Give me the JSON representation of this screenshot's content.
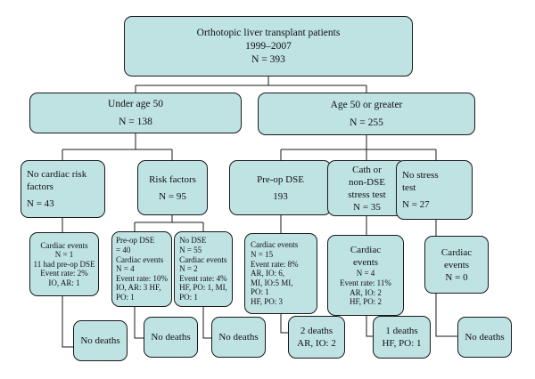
{
  "diagram": {
    "root": {
      "lines": [
        "Orthotopic liver transplant patients",
        "1999–2007",
        "N = 393"
      ]
    },
    "under50": {
      "lines": [
        "Under age 50",
        "N = 138"
      ]
    },
    "over50": {
      "lines": [
        "Age 50 or greater",
        "N = 255"
      ]
    },
    "no_risk": {
      "lines": [
        "No cardiac risk",
        "factors",
        "N = 43"
      ]
    },
    "risk": {
      "lines": [
        "Risk factors",
        "N = 95"
      ]
    },
    "preop_dse": {
      "lines": [
        "Pre-op DSE",
        "193"
      ]
    },
    "cath": {
      "lines": [
        "Cath or",
        "non-DSE",
        "stress test",
        "N = 35"
      ]
    },
    "no_stress": {
      "lines": [
        "No stress",
        "test",
        "N = 27"
      ]
    },
    "events_no_risk": {
      "lines": [
        "Cardiac events",
        "N = 1",
        "11 had pre-op DSE",
        "Event rate: 2%",
        "IO, AR: 1"
      ]
    },
    "events_risk_dse": {
      "lines": [
        "Pre-op DSE",
        "= 40",
        "Cardiac events",
        "N = 4",
        "Event rate: 10%",
        "IO, AR: 3 HF,",
        "PO: 1"
      ]
    },
    "events_risk_nodse": {
      "lines": [
        "No DSE",
        "N = 55",
        "Cardiac events",
        "N = 2",
        "Event rate: 4%",
        "HF, PO: 1, MI,",
        "PO: 1"
      ]
    },
    "events_preop": {
      "lines": [
        "Cardiac events",
        "N = 15",
        "Event rate: 8%",
        "AR, IO: 6,",
        "MI, IO:5 MI,",
        "PO: 1",
        "HF, PO: 3"
      ]
    },
    "events_cath": {
      "lines": [
        "Cardiac",
        "events",
        "N = 4",
        "Event rate: 11%",
        "AR, IO: 2",
        "HF, PO: 2"
      ]
    },
    "events_nostress": {
      "lines": [
        "Cardiac",
        "events",
        "N = 0"
      ]
    },
    "deaths_1": {
      "lines": [
        "No deaths"
      ]
    },
    "deaths_2": {
      "lines": [
        "No deaths"
      ]
    },
    "deaths_3": {
      "lines": [
        "No deaths"
      ]
    },
    "deaths_4": {
      "lines": [
        "2 deaths",
        "AR, IO: 2"
      ]
    },
    "deaths_5": {
      "lines": [
        "1 deaths",
        "HF, PO: 1"
      ]
    },
    "deaths_6": {
      "lines": [
        "No deaths"
      ]
    }
  },
  "colors": {
    "box_fill": "#bfe2e3",
    "stroke": "#1a1a1a"
  }
}
